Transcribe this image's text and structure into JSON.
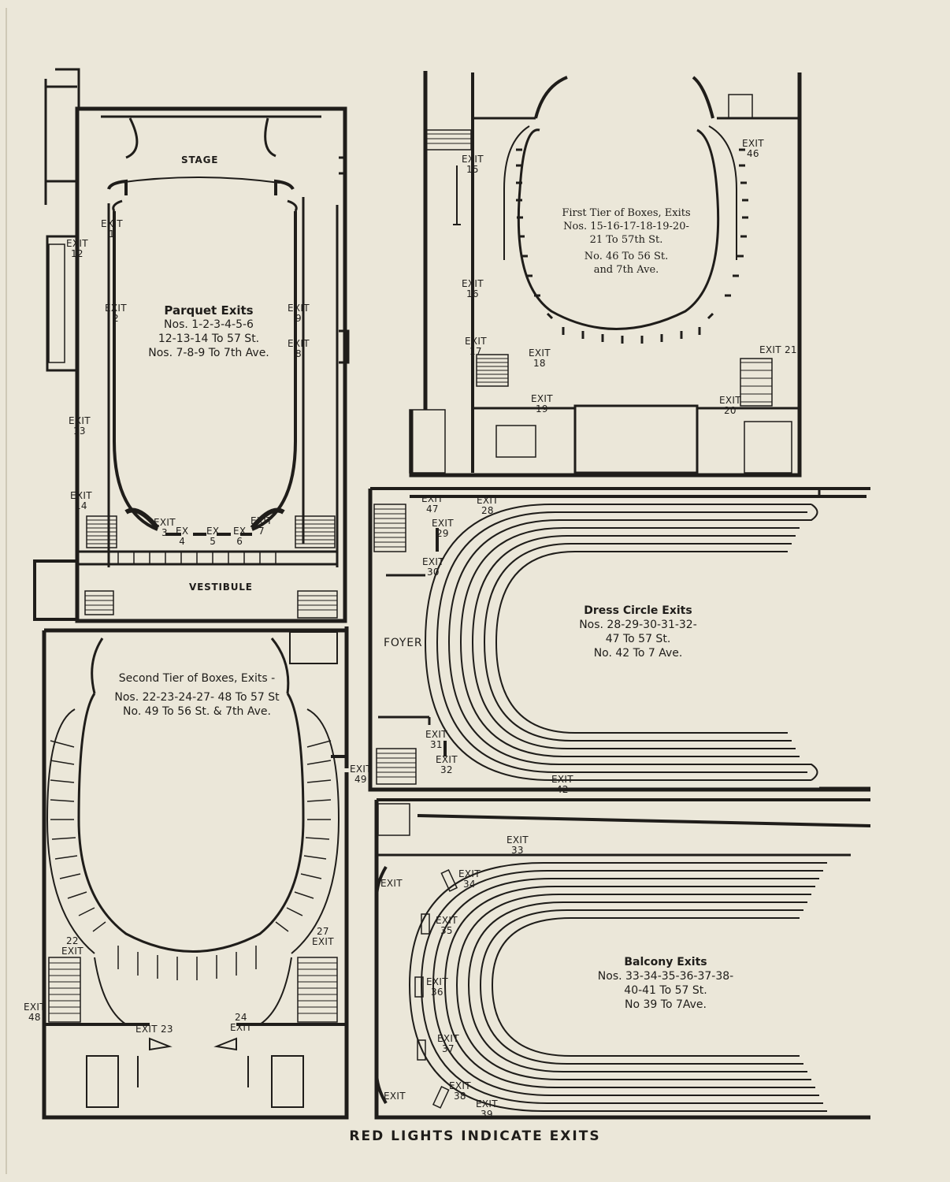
{
  "footer": "RED LIGHTS INDICATE EXITS",
  "rooms": {
    "stage": "STAGE",
    "vestibule": "VESTIBULE",
    "foyer": "FOYER"
  },
  "parquet": {
    "heading": "Parquet Exits",
    "line1": "Nos. 1-2-3-4-5-6",
    "line2": "12-13-14 To 57 St.",
    "line3": "Nos. 7-8-9 To 7th Ave."
  },
  "first_tier": {
    "heading": "First Tier of Boxes, Exits",
    "line1": "Nos. 15-16-17-18-19-20-",
    "line2": "21 To 57th St.",
    "line3": "No. 46 To 56 St.",
    "line4": "and 7th Ave."
  },
  "second_tier": {
    "heading": "Second Tier of Boxes, Exits -",
    "line1": "Nos. 22-23-24-27- 48 To 57 St",
    "line2": "No. 49 To 56 St. & 7th Ave."
  },
  "dress_circle": {
    "heading": "Dress Circle Exits",
    "line1": "Nos. 28-29-30-31-32-",
    "line2": "47 To 57 St.",
    "line3": "No. 42 To 7 Ave."
  },
  "balcony": {
    "heading": "Balcony Exits",
    "line1": "Nos. 33-34-35-36-37-38-",
    "line2": "40-41 To 57 St.",
    "line3": "No 39 To 7Ave."
  },
  "exits": {
    "e1": [
      "EXIT",
      "1"
    ],
    "e2": [
      "EXIT",
      "2"
    ],
    "e3": [
      "EXIT",
      "3"
    ],
    "e4": [
      "EX",
      "4"
    ],
    "e5": [
      "EX",
      "5"
    ],
    "e6": [
      "EX",
      "6"
    ],
    "e7": [
      "EXIT",
      "7"
    ],
    "e8": [
      "EXIT",
      "8"
    ],
    "e9": [
      "EXIT",
      "9"
    ],
    "e12": [
      "EXIT",
      "12"
    ],
    "e13": [
      "EXIT",
      "13"
    ],
    "e14": [
      "EXIT",
      "14"
    ],
    "e15": [
      "EXIT",
      "15"
    ],
    "e16": [
      "EXIT",
      "16"
    ],
    "e17": [
      "EXIT",
      "17"
    ],
    "e18": [
      "EXIT",
      "18"
    ],
    "e19": [
      "EXIT",
      "19"
    ],
    "e20": [
      "EXIT",
      "20"
    ],
    "e21": "EXIT 21",
    "e46": [
      "EXIT",
      "46"
    ],
    "e22": [
      "22",
      "EXIT"
    ],
    "e23": "EXIT 23",
    "e24": [
      "24",
      "EXIT"
    ],
    "e27": [
      "27",
      "EXIT"
    ],
    "e48": [
      "EXIT",
      "48"
    ],
    "e49": [
      "EXIT",
      "49"
    ],
    "e47": [
      "EXIT",
      "47"
    ],
    "e28": [
      "EXIT",
      "28"
    ],
    "e29": [
      "EXIT",
      "29"
    ],
    "e30": [
      "EXIT",
      "30"
    ],
    "e31": [
      "EXIT",
      "31"
    ],
    "e32": [
      "EXIT",
      "32"
    ],
    "e42": [
      "EXIT",
      "42"
    ],
    "e33": [
      "EXIT",
      "33"
    ],
    "e34": [
      "EXIT",
      "34"
    ],
    "e35": [
      "EXIT",
      "35"
    ],
    "e36": [
      "EXIT",
      "36"
    ],
    "e37": [
      "EXIT",
      "37"
    ],
    "e38": [
      "EXIT",
      "38"
    ],
    "e39": [
      "EXIT",
      "39"
    ],
    "eb1": "EXIT",
    "eb2": "EXIT"
  }
}
